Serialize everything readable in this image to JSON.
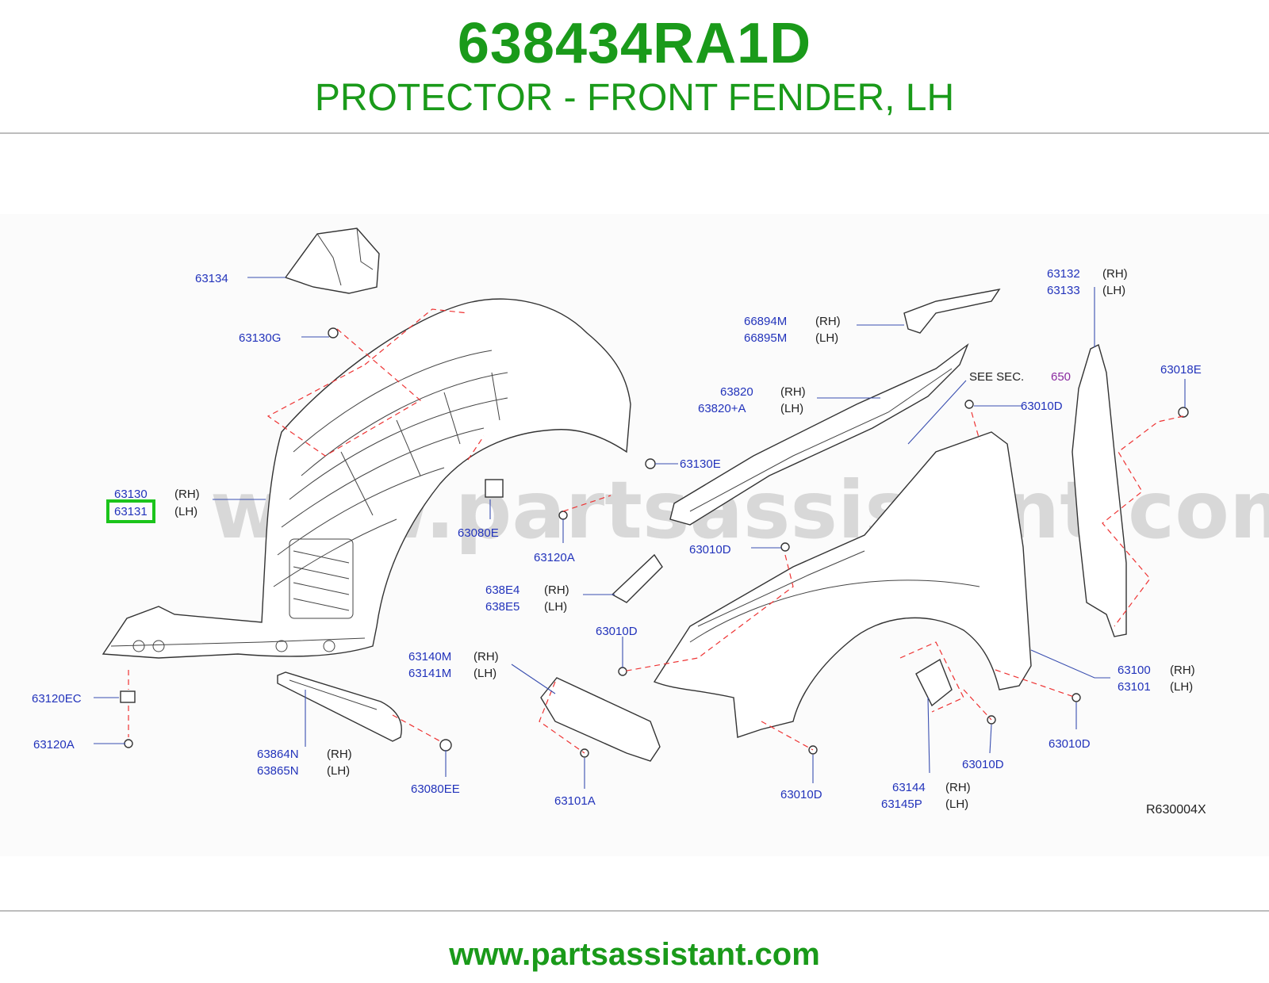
{
  "header": {
    "part_number": "638434RA1D",
    "description": "PROTECTOR - FRONT FENDER, LH"
  },
  "watermark": "www.partsassistant.com",
  "diagram_ref": "R630004X",
  "see_sec": {
    "text": "SEE   SEC.",
    "section": "650"
  },
  "labels": {
    "l63134": "63134",
    "l63130g": "63130G",
    "l63130": "63130",
    "l63131": "63131",
    "l63120ec": "63120EC",
    "l63120a_left": "63120A",
    "l63864n": "63864N",
    "l63865n": "63865N",
    "l63080ee": "63080EE",
    "l63080e": "63080E",
    "l63120a_mid": "63120A",
    "l63130e": "63130E",
    "l66894m": "66894M",
    "l66895m": "66895M",
    "l63820": "63820",
    "l63820a": "63820+A",
    "l63010d_1": "63010D",
    "l63010d_2": "63010D",
    "l63010d_3": "63010D",
    "l63010d_4": "63010D",
    "l63010d_5": "63010D",
    "l63010d_6": "63010D",
    "l638e4": "638E4",
    "l638e5": "638E5",
    "l63140m": "63140M",
    "l63141m": "63141M",
    "l63101a": "63101A",
    "l63144": "63144",
    "l63145p": "63145P",
    "l63100": "63100",
    "l63101": "63101",
    "l63132": "63132",
    "l63133": "63133",
    "l63018e": "63018E"
  },
  "sides": {
    "rh": "(RH)",
    "lh": "(LH)"
  },
  "footer": {
    "website": "www.partsassistant.com"
  },
  "highlight_color": "#1bc41b",
  "title_color": "#1a9a1a",
  "label_color": "#2233bb"
}
